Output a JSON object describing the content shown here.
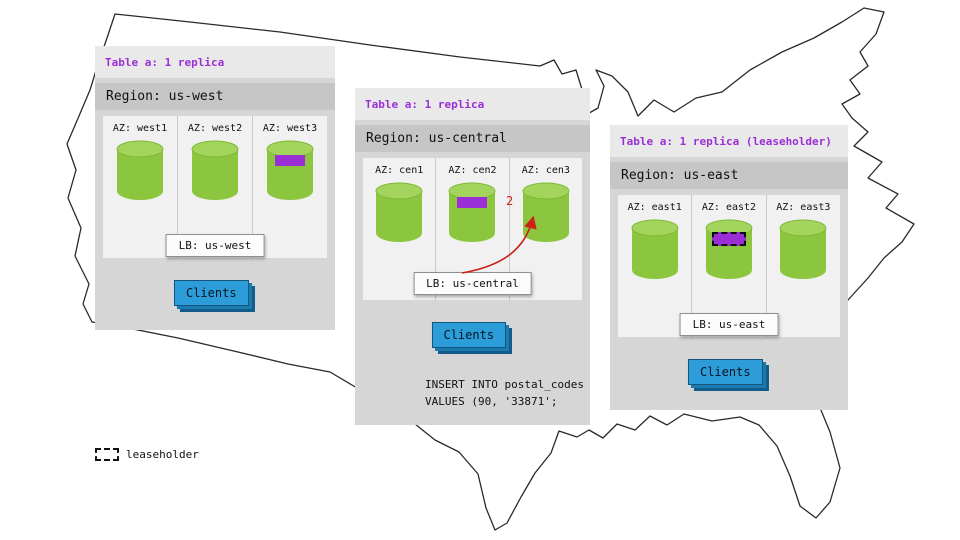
{
  "legend": {
    "label": "leaseholder"
  },
  "panels": {
    "west": {
      "table_label": "Table a: 1 replica",
      "region_label": "Region: us-west",
      "az_labels": [
        "AZ: west1",
        "AZ: west2",
        "AZ: west3"
      ],
      "replica_on": "AZ: west3",
      "lb_label": "LB: us-west",
      "clients_label": "Clients"
    },
    "central": {
      "table_label": "Table a: 1 replica",
      "region_label": "Region: us-central",
      "az_labels": [
        "AZ: cen1",
        "AZ: cen2",
        "AZ: cen3"
      ],
      "replica_on": "AZ: cen2",
      "lb_label": "LB: us-central",
      "clients_label": "Clients",
      "arrow_label": "2",
      "sql_line1": "INSERT INTO postal_codes",
      "sql_line2": "VALUES (90, '33871';"
    },
    "east": {
      "table_label": "Table a: 1 replica (leaseholder)",
      "region_label": "Region: us-east",
      "az_labels": [
        "AZ: east1",
        "AZ: east2",
        "AZ: east3"
      ],
      "leaseholder_on": "AZ: east2",
      "lb_label": "LB: us-east",
      "clients_label": "Clients"
    }
  },
  "colors": {
    "title_purple": "#9b2fd6",
    "replica_purple": "#9b2fd6",
    "cylinder_green": "#8cc63f",
    "cylinder_top_green": "#a3d45c",
    "clients_blue": "#2d9dd9",
    "arrow_red": "#cc2218"
  }
}
